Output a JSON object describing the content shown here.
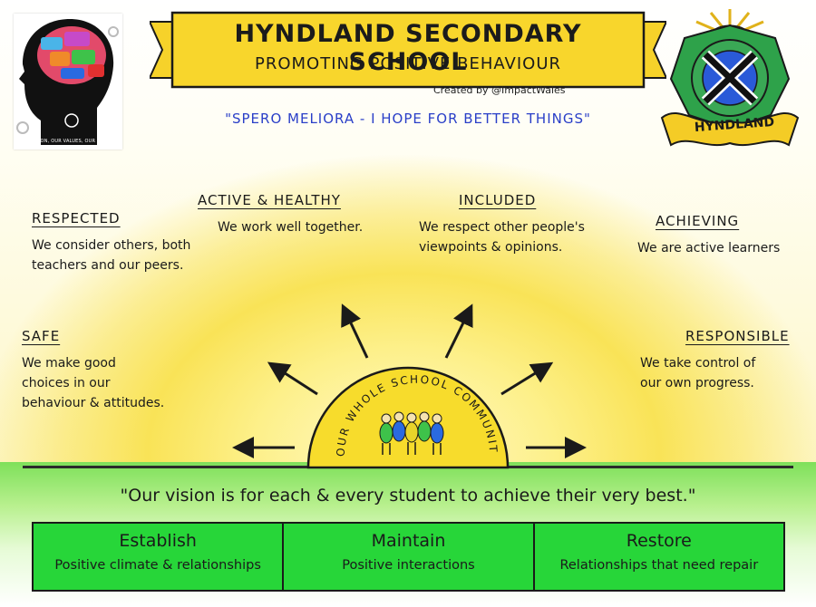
{
  "header": {
    "title": "HYNDLAND SECONDARY SCHOOL",
    "subtitle": "PROMOTING POSITIVE BEHAVIOUR",
    "credit": "Created by @ImpactWales",
    "motto": "\"SPERO MELIORA - I HOPE FOR BETTER THINGS\""
  },
  "logos": {
    "brain_caption": "OUR VISION, OUR VALUES, OUR SCHOOL",
    "crest_label": "HYNDLAND"
  },
  "values": [
    {
      "id": "respected",
      "heading": "RESPECTED",
      "text": "We consider others, both teachers and our peers."
    },
    {
      "id": "active-healthy",
      "heading": "ACTIVE & HEALTHY",
      "text": "We work well together."
    },
    {
      "id": "included",
      "heading": "INCLUDED",
      "text": "We respect other people's viewpoints & opinions."
    },
    {
      "id": "achieving",
      "heading": "ACHIEVING",
      "text": "We are active learners"
    },
    {
      "id": "safe",
      "heading": "SAFE",
      "text": "We make good choices in our behaviour & attitudes."
    },
    {
      "id": "responsible",
      "heading": "RESPONSIBLE",
      "text": "We take control of our own progress."
    }
  ],
  "sun": {
    "label": "OUR WHOLE SCHOOL COMMUNITY"
  },
  "vision": "\"Our vision is for each & every student to achieve their very best.\"",
  "pillars": [
    {
      "title": "Establish",
      "subtitle": "Positive climate & relationships"
    },
    {
      "title": "Maintain",
      "subtitle": "Positive interactions"
    },
    {
      "title": "Restore",
      "subtitle": "Relationships that need repair"
    }
  ],
  "colors": {
    "sun_yellow": "#f7dc2c",
    "banner_yellow": "#f6d22a",
    "pillar_green": "#27d639",
    "motto_blue": "#2a3fc8"
  }
}
